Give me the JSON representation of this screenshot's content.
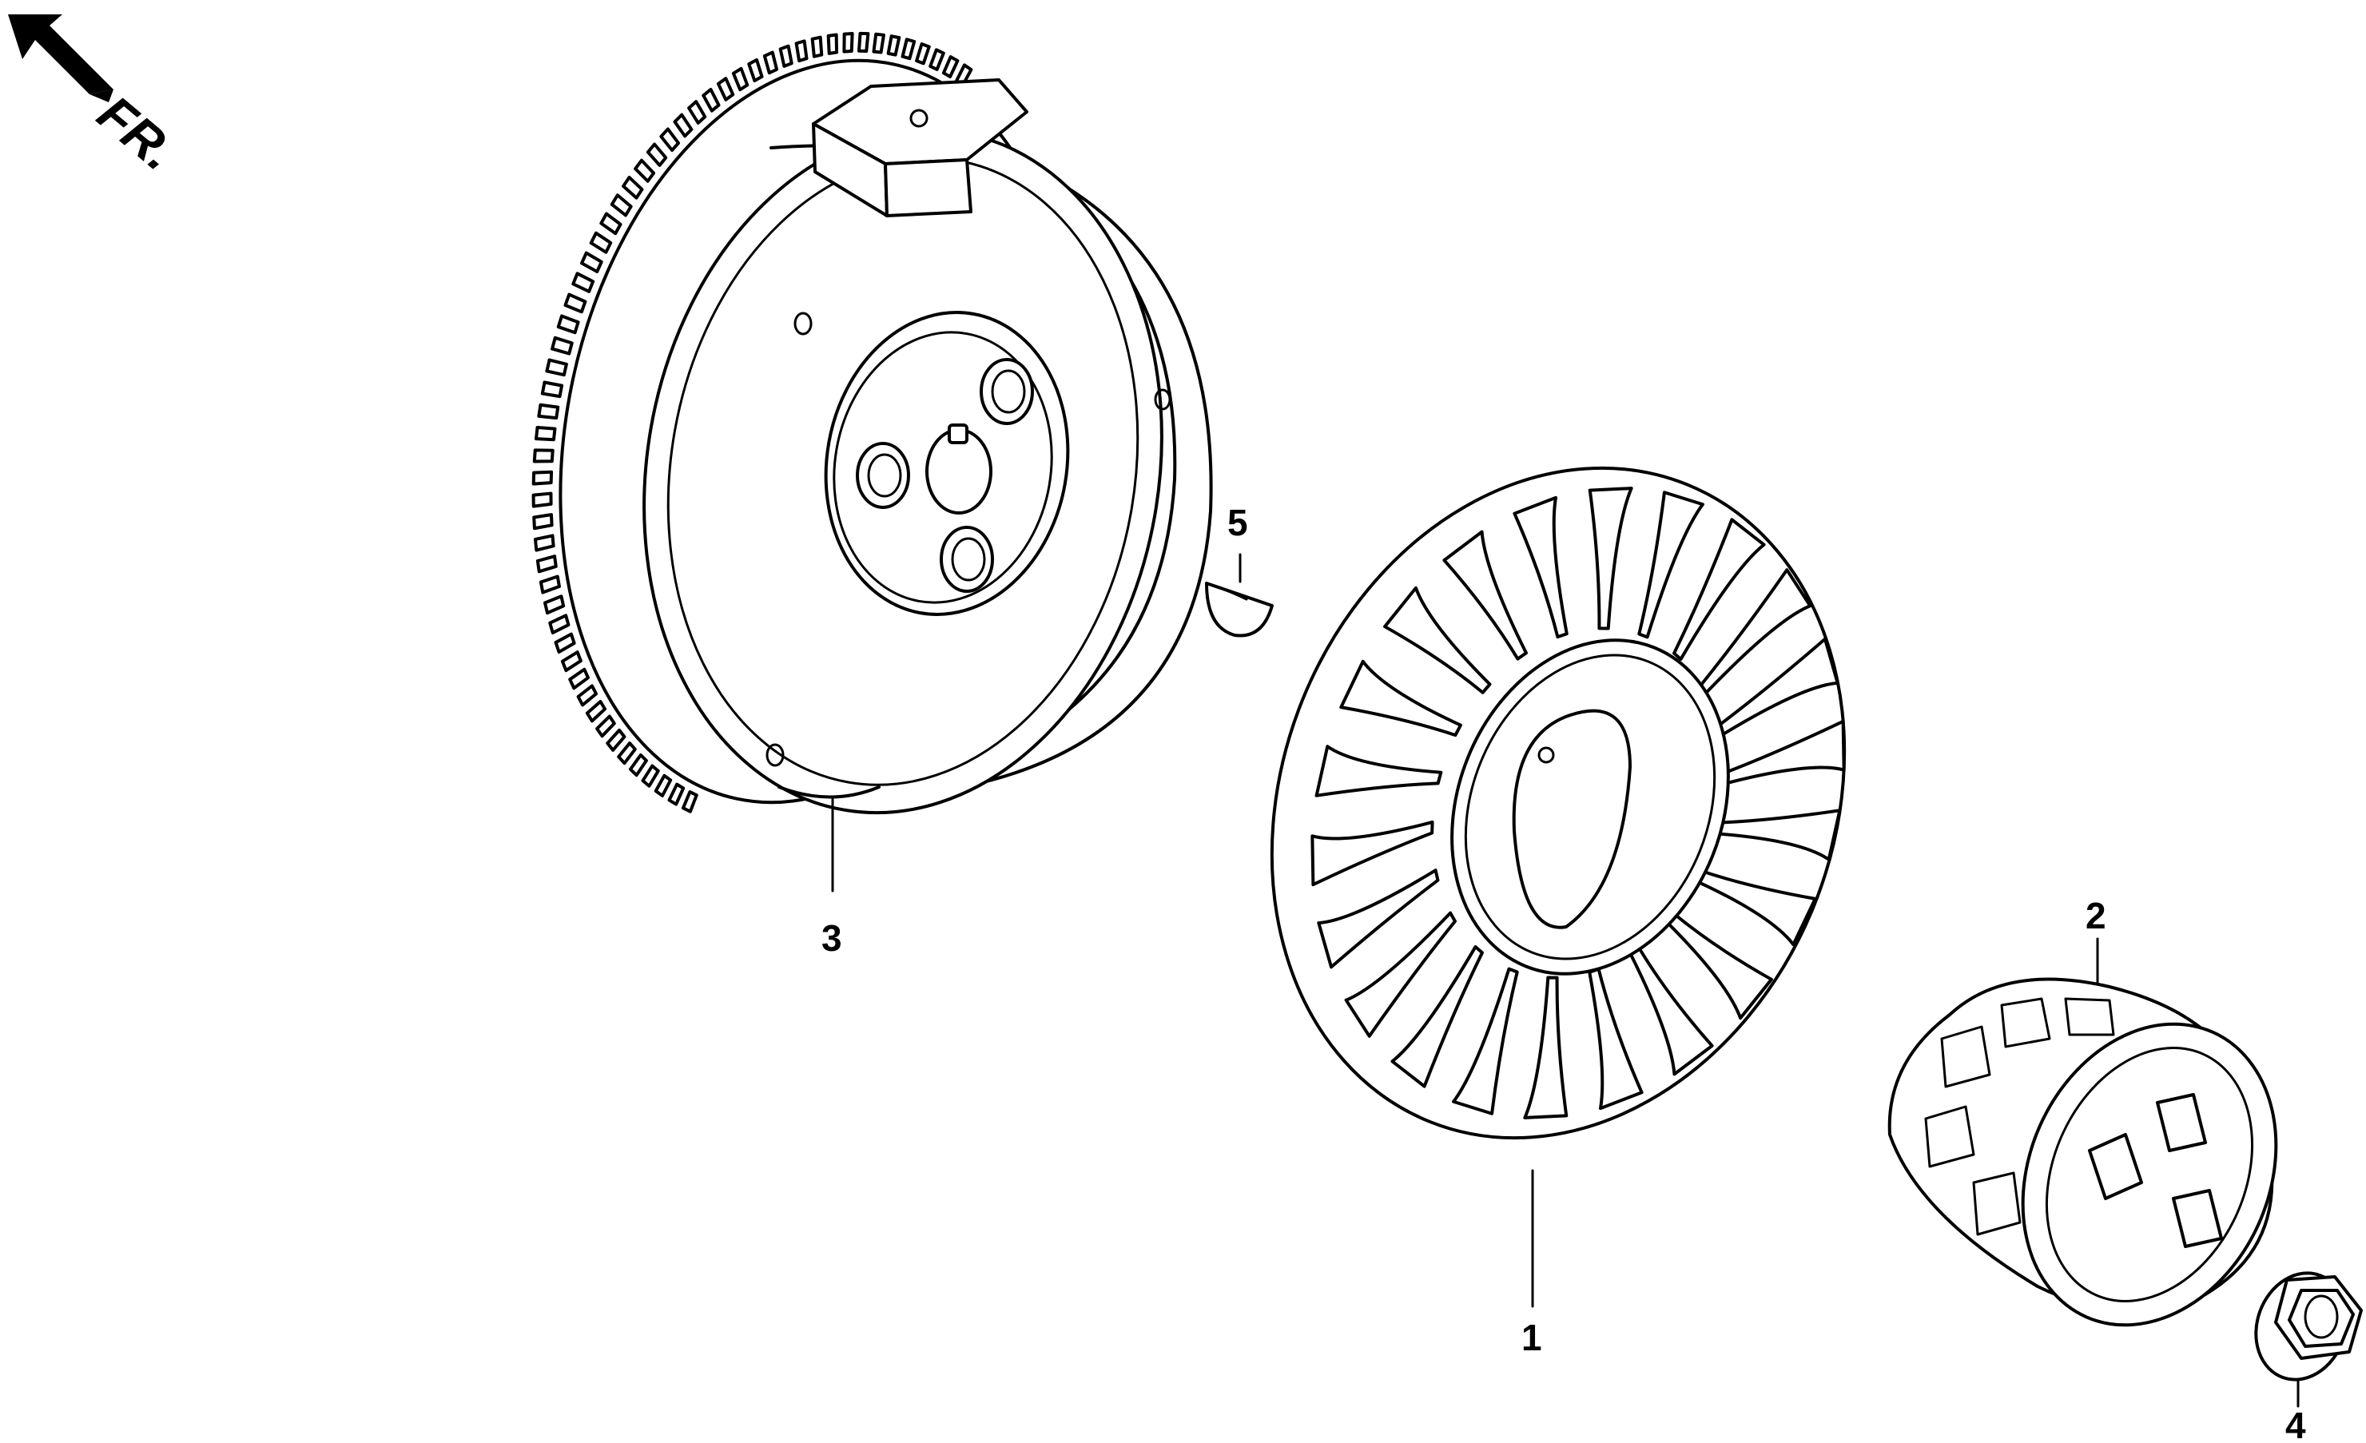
{
  "orientation": {
    "label": "FR.",
    "icon": "front-direction-arrow-icon"
  },
  "callouts": [
    {
      "number": "1",
      "part": "cooling-fan"
    },
    {
      "number": "2",
      "part": "starter-pulley"
    },
    {
      "number": "3",
      "part": "flywheel"
    },
    {
      "number": "4",
      "part": "flange-nut"
    },
    {
      "number": "5",
      "part": "woodruff-key"
    }
  ],
  "colors": {
    "ink": "#000000",
    "paper": "#ffffff"
  }
}
